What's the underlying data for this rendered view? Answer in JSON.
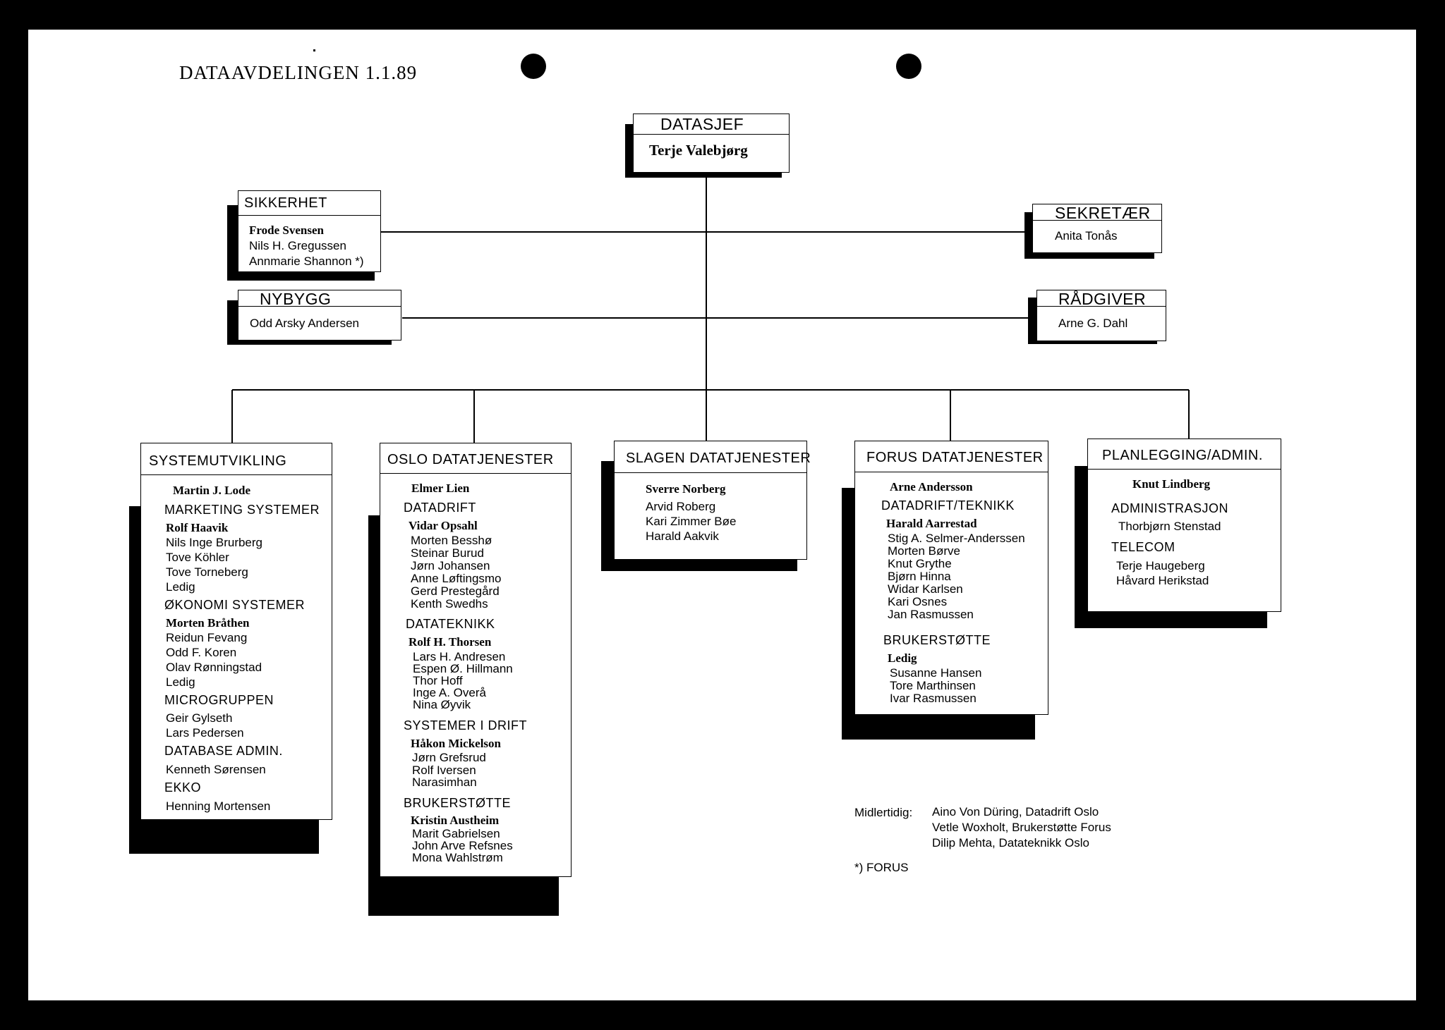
{
  "title": "DATAAVDELINGEN   1.1.89",
  "datasjef": {
    "header": "DATASJEF",
    "name": "Terje Valebjørg"
  },
  "sikkerhet": {
    "header": "SIKKERHET",
    "lines": [
      "Frode Svensen",
      "Nils H. Gregussen",
      "Annmarie Shannon *)"
    ]
  },
  "nybygg": {
    "header": "NYBYGG",
    "lines": [
      "Odd Arsky Andersen"
    ]
  },
  "sekretaer": {
    "header": "SEKRETÆR",
    "lines": [
      "Anita Tonås"
    ]
  },
  "radgiver": {
    "header": "RÅDGIVER",
    "lines": [
      "Arne G. Dahl"
    ]
  },
  "systemutvikling": {
    "header": "SYSTEMUTVIKLING",
    "lines": [
      "Martin J. Lode",
      "MARKETING SYSTEMER",
      "Rolf Haavik",
      "Nils Inge Brurberg",
      "Tove Köhler",
      "Tove Torneberg",
      "Ledig",
      "ØKONOMI SYSTEMER",
      "Morten Bråthen",
      "Reidun Fevang",
      "Odd F. Koren",
      "Olav Rønningstad",
      "Ledig",
      "MICROGRUPPEN",
      "Geir Gylseth",
      "Lars Pedersen",
      "DATABASE ADMIN.",
      "Kenneth Sørensen",
      "EKKO",
      "Henning Mortensen"
    ]
  },
  "oslo": {
    "header": "OSLO DATATJENESTER",
    "lines": [
      "Elmer Lien",
      "DATADRIFT",
      "Vidar Opsahl",
      "Morten Besshø",
      "Steinar Burud",
      "Jørn Johansen",
      "Anne Løftingsmo",
      "Gerd Prestegård",
      "Kenth Swedhs",
      "DATATEKNIKK",
      "Rolf H. Thorsen",
      "Lars H. Andresen",
      "Espen Ø. Hillmann",
      "Thor Hoff",
      "Inge A. Overå",
      "Nina Øyvik",
      "SYSTEMER I DRIFT",
      "Håkon Mickelson",
      "Jørn Grefsrud",
      "Rolf Iversen",
      "Narasimhan",
      "BRUKERSTØTTE",
      "Kristin Austheim",
      "Marit Gabrielsen",
      "John Arve Refsnes",
      "Mona Wahlstrøm"
    ]
  },
  "slagen": {
    "header": "SLAGEN DATATJENESTER",
    "lines": [
      "Sverre Norberg",
      "Arvid Roberg",
      "Kari Zimmer Bøe",
      "Harald Aakvik"
    ]
  },
  "forus": {
    "header": "FORUS DATATJENESTER",
    "lines": [
      "Arne Andersson",
      "DATADRIFT/TEKNIKK",
      "Harald Aarrestad",
      "Stig A. Selmer-Anderssen",
      "Morten Børve",
      "Knut Grythe",
      "Bjørn Hinna",
      "Widar Karlsen",
      "Kari Osnes",
      "Jan Rasmussen",
      "BRUKERSTØTTE",
      "Ledig",
      "Susanne Hansen",
      "Tore Marthinsen",
      "Ivar Rasmussen"
    ]
  },
  "planlegging": {
    "header": "PLANLEGGING/ADMIN.",
    "lines": [
      "Knut Lindberg",
      "ADMINISTRASJON",
      "Thorbjørn Stenstad",
      "TELECOM",
      "Terje Haugeberg",
      "Håvard Herikstad"
    ]
  },
  "notes": {
    "label": "Midlertidig:",
    "lines": [
      "Aino Von Düring,  Datadrift Oslo",
      "Vetle Woxholt, Brukerstøtte Forus",
      "Dilip Mehta, Datateknikk Oslo"
    ],
    "footnote": "*) FORUS"
  }
}
